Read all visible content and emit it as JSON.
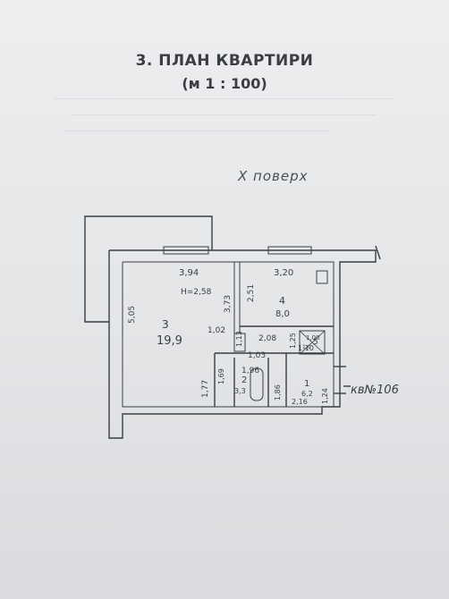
{
  "document": {
    "title": "3. ПЛАН КВАРТИРИ",
    "scale": "(м 1 : 100)",
    "floor": "X поверх"
  },
  "plan": {
    "rooms": [
      {
        "number": "3",
        "area": "19,9"
      },
      {
        "number": "4",
        "area": "8,0"
      },
      {
        "number": "2",
        "area": "3,3"
      },
      {
        "number": "1",
        "area": "6,2"
      },
      {
        "number": "5",
        "area": "1,0"
      }
    ],
    "dimensions": {
      "d394": "3,94",
      "d320": "3,20",
      "h258": "H=2,58",
      "d373": "3,73",
      "d251": "2,51",
      "d505": "5,05",
      "d102": "1,02",
      "d113": "1,13",
      "d208": "2,08",
      "d100": "1,00",
      "d125": "1,25",
      "d103": "1,03",
      "d110": "1,10",
      "d196": "1,96",
      "d169": "1,69",
      "d177": "1,77",
      "d186": "1,86",
      "d216": "2,16",
      "d124": "1,24"
    },
    "apartment_label": "кв№106"
  }
}
